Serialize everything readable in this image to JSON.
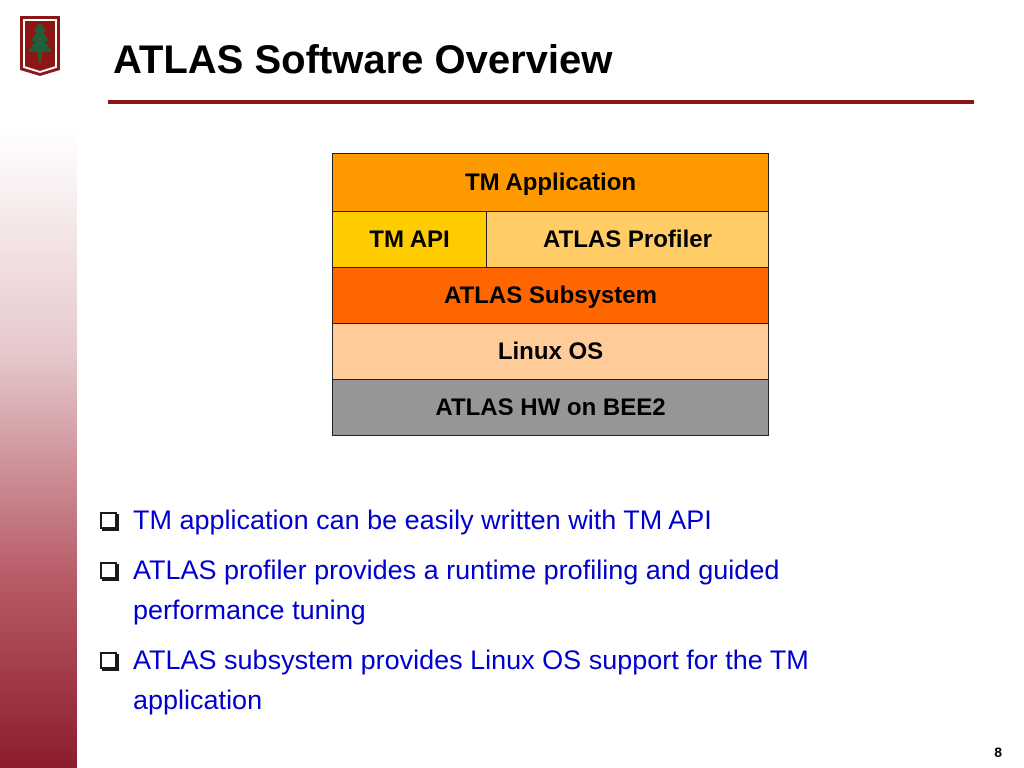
{
  "header": {
    "title": "ATLAS Software Overview"
  },
  "stack": {
    "tm_application": "TM Application",
    "tm_api": "TM API",
    "atlas_profiler": "ATLAS Profiler",
    "atlas_subsystem": "ATLAS Subsystem",
    "linux_os": "Linux OS",
    "atlas_hw": "ATLAS HW on BEE2"
  },
  "colors": {
    "tm_application": "#ff9900",
    "tm_api": "#ffcc00",
    "atlas_profiler": "#ffcc66",
    "atlas_subsystem": "#ff6600",
    "linux_os": "#ffcc99",
    "atlas_hw": "#969696",
    "bullet_text": "#0000cc",
    "title_rule": "#8c1515"
  },
  "bullets": [
    "TM application can be easily written with TM API",
    "ATLAS profiler provides a runtime profiling and guided performance tuning",
    "ATLAS subsystem provides Linux OS support for the TM application"
  ],
  "footer": {
    "page_number": "8"
  }
}
